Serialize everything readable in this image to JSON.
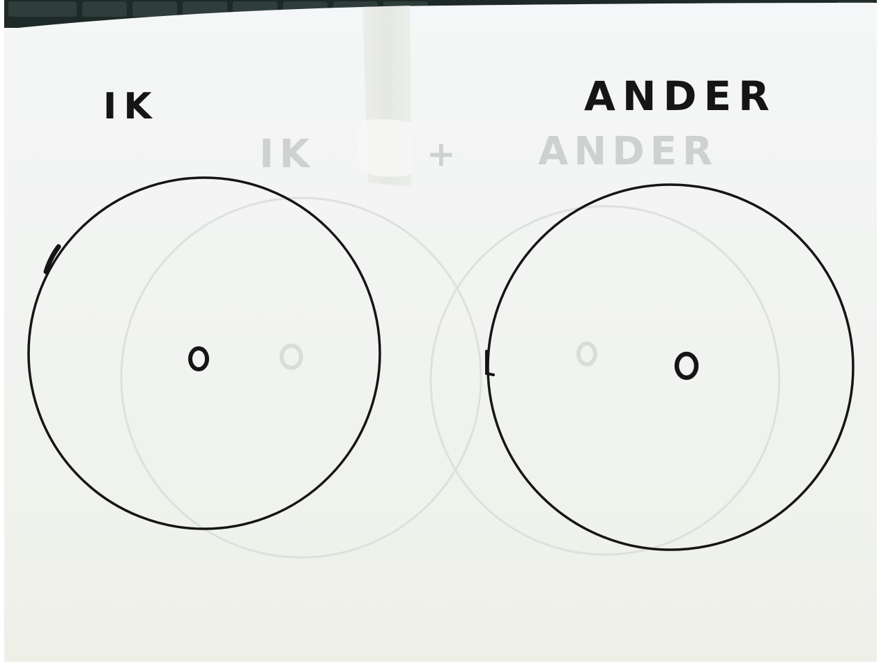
{
  "labels": {
    "left": "IK",
    "right": "ANDER"
  },
  "show_through": {
    "left": "IK",
    "middle": "+",
    "right": "ANDER"
  },
  "colors": {
    "paper": "#f4f6f4",
    "ink": "#151515",
    "ghost_ink": "#cdd2d0",
    "keyboard": "#1e2a28"
  }
}
